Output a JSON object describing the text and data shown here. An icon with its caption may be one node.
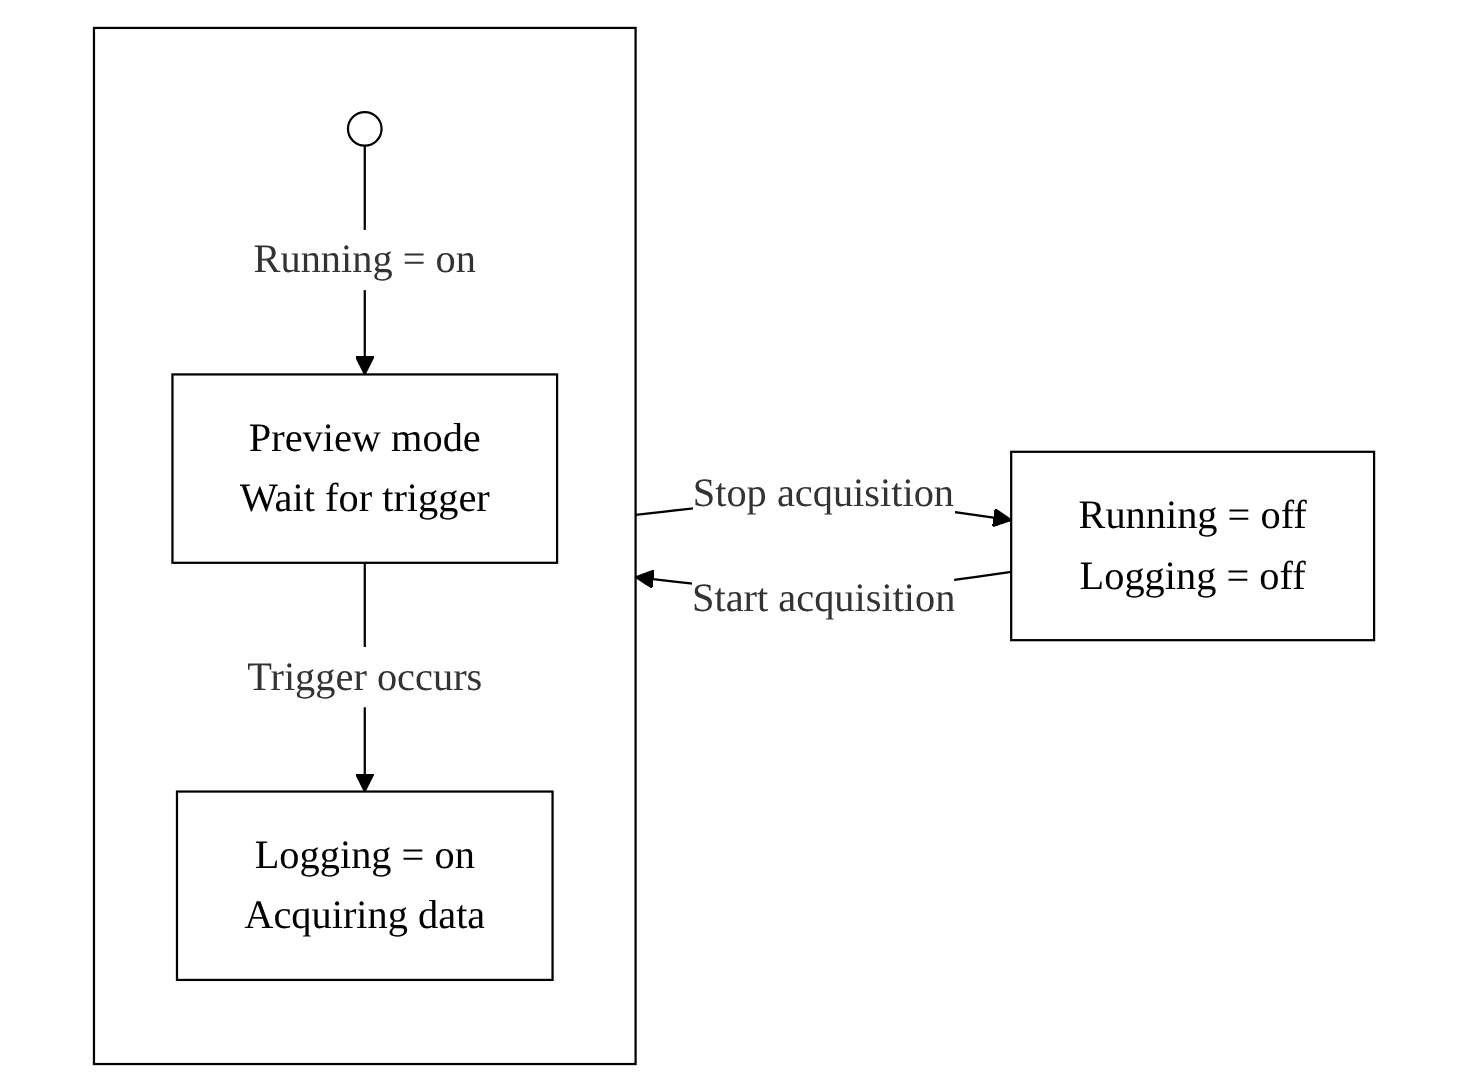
{
  "diagram": {
    "nodes": [
      {
        "text": [
          "Running = off",
          "Logging = off"
        ]
      },
      {
        "text": [],
        "shape": "box"
      },
      {
        "text": [],
        "shape": "circle",
        "in": 1
      },
      {
        "text": [
          "Preview mode",
          "Wait for trigger"
        ],
        "in": 1
      },
      {
        "text": [
          "Logging = on",
          "Acquiring data"
        ],
        "in": 1
      }
    ],
    "edges": [
      {
        "from": 0,
        "to": 1,
        "arrow": "to",
        "label": "Start acquisition"
      },
      {
        "from": 1,
        "to": 0,
        "arrow": "to",
        "label": "Stop acquisition"
      },
      {
        "from": 2,
        "to": 3,
        "arrow": "to",
        "label": "Running = on"
      },
      {
        "from": 3,
        "to": 4,
        "arrow": "to",
        "label": "Trigger occurs"
      }
    ]
  }
}
